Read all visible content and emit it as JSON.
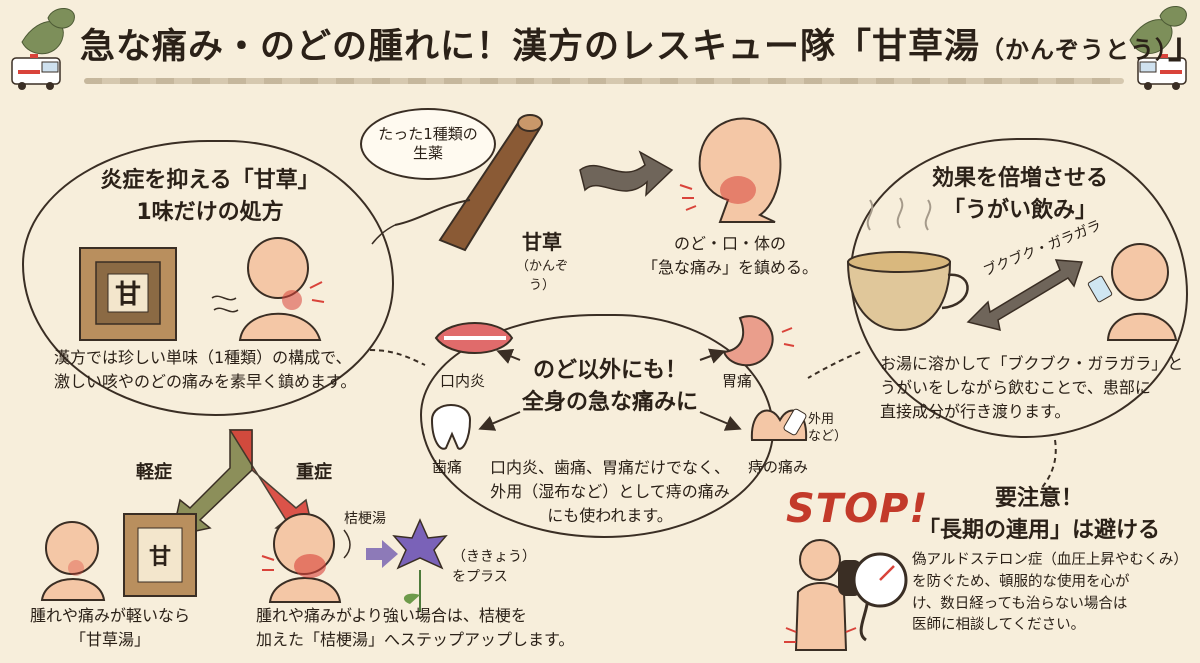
{
  "title": {
    "main": "急な痛み・のどの腫れに！漢方のレスキュー隊「甘草湯",
    "reading": "（かんぞうとう）",
    "close": "」"
  },
  "bubble": {
    "line1": "たった1種類の",
    "line2": "生薬"
  },
  "herb": {
    "name": "甘草",
    "reading": "（かんぞう）",
    "sachet_char": "甘"
  },
  "throat_effect": {
    "line1": "のど・口・体の",
    "line2": "「急な痛み」を鎮める。"
  },
  "left_section": {
    "heading1": "炎症を抑える「甘草」",
    "heading2": "1味だけの処方",
    "desc1": "漢方では珍しい単味（1種類）の構成で、",
    "desc2": "激しい咳やのどの痛みを素早く鎮めます。"
  },
  "center_section": {
    "heading1": "のど以外にも！",
    "heading2": "全身の急な痛みに",
    "mouth_label": "口内炎",
    "stomach_label": "胃痛",
    "tooth_label": "歯痛",
    "hemorrhoid_label": "痔の痛み",
    "external_label1": "外用",
    "external_label2": "など）",
    "desc1": "口内炎、歯痛、胃痛だけでなく、",
    "desc2": "外用（湿布など）として痔の痛み",
    "desc3": "にも使われます。"
  },
  "right_section": {
    "heading1": "効果を倍増させる",
    "heading2": "「うがい飲み」",
    "gargle_text": "ブクブク・ガラガラ",
    "desc1": "お湯に溶かして「ブクブク・ガラガラ」と",
    "desc2": "うがいをしながら飲むことで、患部に",
    "desc3": "直接成分が行き渡ります。"
  },
  "severity": {
    "mild": "軽症",
    "severe": "重症",
    "kikyo_name": "桔梗湯",
    "kikyo_plus1": "（ききょう）",
    "kikyo_plus2": "をプラス",
    "mild_desc1": "腫れや痛みが軽いなら",
    "mild_desc2": "「甘草湯」",
    "severe_desc1": "腫れや痛みがより強い場合は、桔梗を",
    "severe_desc2": "加えた「桔梗湯」へステップアップします。"
  },
  "warning": {
    "stop": "STOP!",
    "heading1": "要注意！",
    "heading2": "「長期の連用」は避ける",
    "desc1": "偽アルドステロン症（血圧上昇やむくみ）",
    "desc2": "を防ぐため、頓服的な使用を心が",
    "desc3": "け、数日経っても治らない場合は",
    "desc4": "医師に相談してください。"
  },
  "colors": {
    "background": "#f7eedb",
    "skin": "#f4c7a6",
    "accent_red": "#d9433a",
    "herb_brown": "#8a5a35",
    "tea": "#e0c79a",
    "arrow_gray": "#6f655a"
  }
}
